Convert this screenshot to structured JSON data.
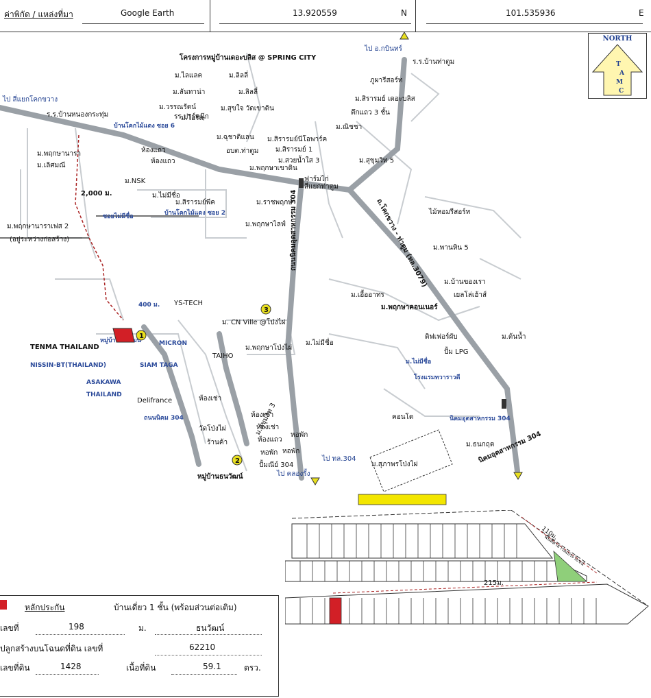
{
  "header": {
    "coord_label": "ค่าพิกัด / แหล่งที่มา",
    "source": "Google Earth",
    "latitude": "13.920559",
    "lat_dir": "N",
    "longitude": "101.535936",
    "lon_dir": "E"
  },
  "north_box": {
    "title": "NORTH",
    "letters": [
      "T",
      "A",
      "M",
      "C"
    ]
  },
  "map": {
    "labels": [
      "โครงการหมู่บ้านเดอะบลิส @ SPRING CITY",
      "ไป อ.กบินทร์",
      "ร.ร.บ้านท่าตูม",
      "ไป สี่แยกโคกขวาง",
      "ภูผารีสอร์ท",
      "ม.ไลแลค",
      "ม.ลิลลี่",
      "ม.ลิลลี่",
      "ม.ลันทาน่า",
      "ม.วรรณรัตน์",
      "ม.โอริส",
      "ม.สุขใจ วัดเขาดิน",
      "ร.ร.บ้านหนองกระทุ่ม",
      "บ้านโคกไม้แดง ซอย 6",
      "รร.ปาร์คนุ๊ก",
      "ม.ฉุชาติแลน",
      "อบต.ท่าตูม",
      "ม.ณิชชา",
      "ม.สิรารมย์ เดอะบลิส",
      "ตึกแถว 3 ชั้น",
      "ม.สิรารมย์นีโอพาร์ค",
      "ม.สิรารมย์ 1",
      "ม.สวยน้ำใส 3",
      "ม.สุขุมวิท 5",
      "ม.พฤกษาเขาดิน",
      "ฟาร์มไก่",
      "สี่แยกท่าตูม",
      "ม.พฤกษานารา",
      "ม.เลิศมณี",
      "ห้องแถว",
      "ห้องแถว",
      "ม.NSK",
      "ม.ไม่มีชื่อ",
      "2,000 ม.",
      "ม.สิรารมย์พีค",
      "ม.ราชพฤกษ์",
      "ม.พฤกษาไลฟ์",
      "ซอยไม่มีชื่อ",
      "บ้านโคกไม้แดง ซอย 2",
      "ม.พฤกษานาราเฟส 2",
      "(อยู่ระหว่างก่อสร้าง)",
      "ไม้หอมรีสอร์ท",
      "ม.พานหิน 5",
      "ถนนนิคมอุตสาหกรรม 304",
      "ถ.โคกขวาง - ท่าตูม (ทล.3079)",
      "ม.บ้านของเรา",
      "เยลโล่เฮ้าส์",
      "ม.เอื้ออาทร",
      "ม.พฤกษาคอนเนอร์",
      "400 ม.",
      "YS-TECH",
      "ม. CN Ville @โป่งไผ่",
      "ม.พฤกษาโป่งไผ่",
      "ม.ไม่มีชื่อ",
      "ดิฟเฟอร์ผับ",
      "ม.ต้นน้ำ",
      "ปั้ม LPG",
      "ม.ไม่มีชื่อ",
      "TENMA THAILAND",
      "หมู่บ้านธนวัฒน์",
      "MICRON",
      "NISSIN-BT(THAILAND)",
      "SIAM TAGA",
      "TAIHO",
      "โรงแรมทวาราวดี",
      "ASAKAWA",
      "THAILAND",
      "Delifrance",
      "ห้องเช่า",
      "ห้องเช่า",
      "ห้องเช่า",
      "ห้องแถว",
      "ม.สุขุมวิท 3",
      "คอนโด",
      "นิคมอุตสาหกรรม 304",
      "ถนนนิคม 304",
      "ม.ธนกฤต",
      "วัดโป่งไผ่",
      "หอพัก",
      "ร้านค้า",
      "หอพัก",
      "หอพัก",
      "ปั้มณีย์ 304",
      "ไป ทล.304",
      "ไป คลองรั้ง",
      "นิคมอุตสาหกรรม 304",
      "ม.สุภาพรโป่งไผ่",
      "หมู่บ้านธนวัฒน์"
    ],
    "markers": [
      "1",
      "2",
      "3"
    ]
  },
  "plan": {
    "dim_right": "110ม.",
    "dim_bottom": "215ม.",
    "road_label": "พื้นที่สาธารณประโยชน์"
  },
  "info": {
    "collateral_label": "หลักประกัน",
    "house_type": "บ้านเดี่ยว 1 ชั้น (พร้อมส่วนต่อเติม)",
    "house_no_label": "เลขที่",
    "house_no": "198",
    "village_label": "ม.",
    "village_name": "ธนวัฒน์",
    "deed_label": "ปลูกสร้างบนโฉนดที่ดิน เลขที่",
    "deed_no": "62210",
    "land_no_label": "เลขที่ดิน",
    "land_no": "1428",
    "area_label": "เนื้อที่ดิน",
    "area": "59.1",
    "area_unit": "ตรว."
  },
  "colors": {
    "road": "#9aa0a6",
    "route_blue": "#2b4a9a",
    "target_red": "#d21f26",
    "green_area": "#8fcf7a",
    "north_fill": "#fff6b0",
    "banner": "#f3e600"
  }
}
